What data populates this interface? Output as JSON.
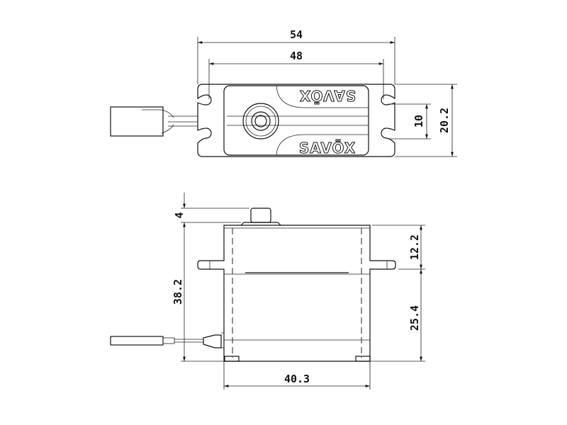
{
  "top_view": {
    "dimensions": {
      "overall_length": "54",
      "mount_hole_spacing": "48",
      "slot_spacing": "10",
      "width": "20.2"
    },
    "logo_text": "SAVÖX"
  },
  "side_view": {
    "dimensions": {
      "spline_height": "4",
      "total_height": "38.2",
      "top_to_flange": "12.2",
      "flange_to_bottom": "25.4",
      "body_length": "40.3"
    }
  }
}
